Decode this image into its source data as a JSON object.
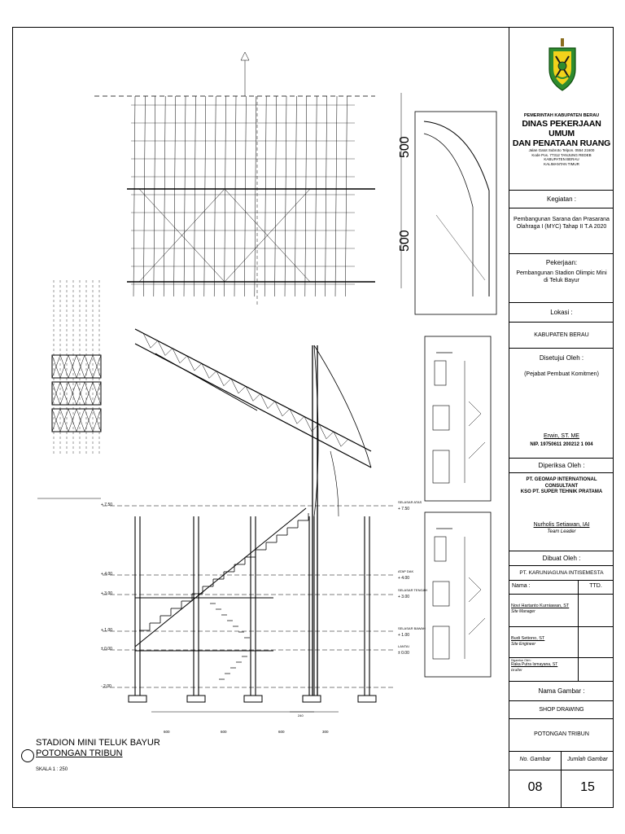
{
  "drawing": {
    "dim_top_upper": "500",
    "dim_top_lower": "500",
    "level_labels": [
      "+ 7.50",
      "+ 4.00",
      "+ 3.00",
      "+ 1.00",
      "± 0.00",
      "- 2.00"
    ],
    "level_notes": [
      {
        "title": "SELASAR ATAS",
        "value": "+ 7.50"
      },
      {
        "title": "ATAP DAK",
        "value": "+ 4.00"
      },
      {
        "title": "SELASAR TENGAH",
        "value": "+ 3.00"
      },
      {
        "title": "SELASAR BAWAH",
        "value": "+ 1.00"
      },
      {
        "title": "LANTAI",
        "value": "± 0.00"
      }
    ],
    "bottom_dims": [
      "600",
      "600",
      "600",
      "300"
    ],
    "small_dim": "240",
    "title_main": "STADION MINI TELUK BAYUR",
    "title_sub": "POTONGAN TRIBUN",
    "scale": "SKALA 1 : 250"
  },
  "titleblock": {
    "agency_line1": "PEMERINTAH KABUPATEN BERAU",
    "agency_line2": "DINAS PEKERJAAN UMUM",
    "agency_line3": "DAN PENATAAN RUANG",
    "address1": "Jalan Gatot Subroto Telpon. 0554 21600",
    "address2": "Kode Pos. 77312 TANJUNG REDEB",
    "address3": "KABUPATEN BERAU",
    "address4": "KALIMANTAN TIMUR",
    "kegiatan_label": "Kegiatan :",
    "kegiatan_value": "Pembangunan Sarana dan Prasarana Olahraga I (MYC) Tahap II T.A 2020",
    "pekerjaan_label": "Pekerjaan:",
    "pekerjaan_value": "Pembangunan Stadion Olimpic Mini di Teluk Bayur",
    "lokasi_label": "Lokasi :",
    "lokasi_value": "KABUPATEN BERAU",
    "disetujui_label": "Disetujui Oleh :",
    "disetujui_value": "(Pejabat Pembuat Komitmen)",
    "approver_name": "Erwin, ST. ME",
    "approver_nip": "NIP. 19750611 200212 1 004",
    "diperiksa_label": "Diperiksa Oleh :",
    "consultant1": "PT. GEOMAP INTERNATIONAL CONSULTANT",
    "consultant2": "KSO PT. SUPER TEHNIK PRATAMA",
    "tl_name": "Nurholis Setiawan, IAI",
    "tl_role": "Team Leader",
    "dibuat_label": "Dibuat Oleh :",
    "contractor": "PT. KARUNIAGUNA INTISEMESTA",
    "nama_label": "Nama :",
    "ttd_label": "TTD.",
    "person1_name": "Novi Hartanto Kurniawan, ST",
    "person1_role": "Site Manager",
    "person2_name": "Budi Setiono, ST",
    "person2_role": "Site Engineer",
    "digambar_label": "Digambar Oleh :",
    "person3_name": "Raka Putra Ismayana, ST",
    "person3_role": "Drafter",
    "nama_gambar_label": "Nama Gambar :",
    "nama_gambar_1": "SHOP DRAWING",
    "nama_gambar_2": "POTONGAN TRIBUN",
    "no_gambar_label": "No. Gambar",
    "jumlah_label": "Jumlah Gambar",
    "no_gambar": "08",
    "jumlah": "15"
  },
  "colors": {
    "logo_green": "#2e8b2e",
    "logo_yellow": "#f2d21b",
    "ink": "#000000"
  }
}
